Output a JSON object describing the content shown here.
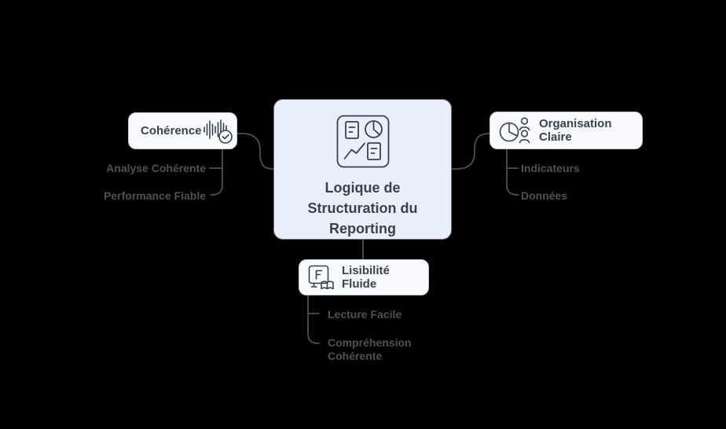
{
  "diagram": {
    "type": "mindmap",
    "central": {
      "label": "Logique de Structuration du Reporting",
      "lines": [
        "Logique de",
        "Structuration du",
        "Reporting"
      ],
      "icon": "report-dashboard-icon"
    },
    "branches": {
      "coherence": {
        "label": "Cohérence",
        "icon": "waveform-check-icon",
        "children": [
          "Analyse Cohérente",
          "Performance Fiable"
        ]
      },
      "organisation": {
        "label": "Organisation Claire",
        "icon": "pie-chart-users-icon",
        "children": [
          "Indicateurs",
          "Données"
        ]
      },
      "lisibilite": {
        "label": "Lisibilité Fluide",
        "icon": "font-frame-book-icon",
        "children": [
          "Lecture Facile",
          "Compréhension Cohérente"
        ]
      }
    }
  },
  "colors": {
    "background": "#000000",
    "central_fill": "#e9effc",
    "central_border": "#6f747e",
    "node_fill": "#f8fafd",
    "node_border": "#c6cbd6",
    "node_text": "#3b414c",
    "branch_text": "#4f5155",
    "line_color": "#4c4f55"
  }
}
